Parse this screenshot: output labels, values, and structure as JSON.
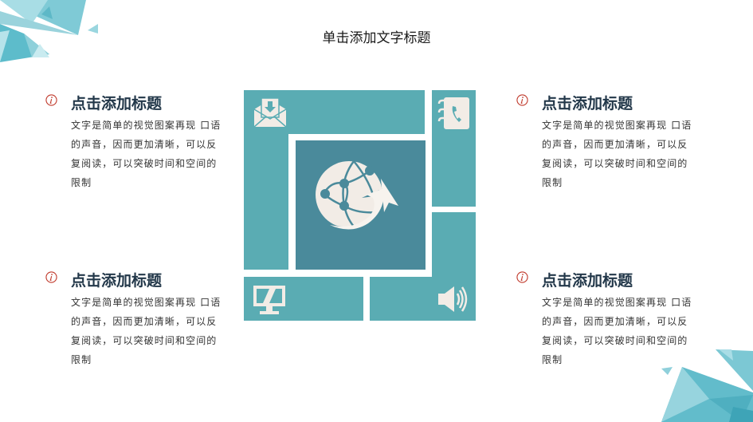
{
  "slide": {
    "title": "单击添加文字标题",
    "colors": {
      "tile": "#5aacb3",
      "center_tile": "#4a8a9b",
      "icon_fill": "#f2ece6",
      "heading": "#23384a",
      "info_icon": "#c0392b"
    },
    "blocks": [
      {
        "heading": "点击添加标题",
        "body": "文字是简单的视觉图案再现 口语的声音，因而更加清晰，可以反复阅读，可以突破时间和空间的限制"
      },
      {
        "heading": "点击添加标题",
        "body": "文字是简单的视觉图案再现 口语的声音，因而更加清晰，可以反复阅读，可以突破时间和空间的限制"
      },
      {
        "heading": "点击添加标题",
        "body": "文字是简单的视觉图案再现 口语的声音，因而更加清晰，可以反复阅读，可以突破时间和空间的限制"
      },
      {
        "heading": "点击添加标题",
        "body": "文字是简单的视觉图案再现 口语的声音，因而更加清晰，可以反复阅读，可以突破时间和空间的限制"
      }
    ],
    "tiles": [
      {
        "icon": "mail-download-icon"
      },
      {
        "icon": "phonebook-icon"
      },
      {
        "icon": "globe-network-icon"
      },
      {
        "icon": "monitor-icon"
      },
      {
        "icon": "speaker-icon"
      }
    ]
  }
}
